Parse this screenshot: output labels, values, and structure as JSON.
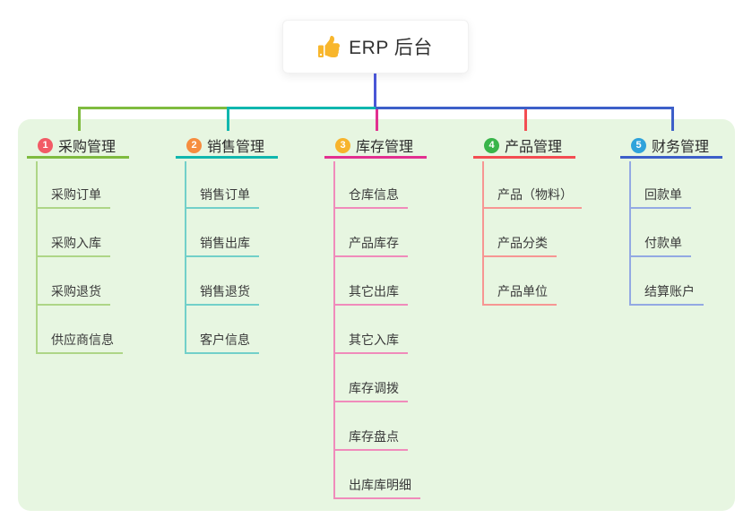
{
  "root": {
    "label": "ERP 后台",
    "icon": "thumbs-up-icon",
    "icon_color": "#f8b62c",
    "line_color": "#4a56d6"
  },
  "colors": {
    "panel_bg": "#e7f6e1"
  },
  "branches": [
    {
      "badge": "1",
      "label": "采购管理",
      "badge_color": "#f25b66",
      "line_color": "#7fbb3f",
      "child_color": "#aed687",
      "children": [
        "采购订单",
        "采购入库",
        "采购退货",
        "供应商信息"
      ]
    },
    {
      "badge": "2",
      "label": "销售管理",
      "badge_color": "#f68d3f",
      "line_color": "#10b7ae",
      "child_color": "#72d0c9",
      "children": [
        "销售订单",
        "销售出库",
        "销售退货",
        "客户信息"
      ]
    },
    {
      "badge": "3",
      "label": "库存管理",
      "badge_color": "#f7b42c",
      "line_color": "#e23090",
      "child_color": "#f08bbb",
      "children": [
        "仓库信息",
        "产品库存",
        "其它出库",
        "其它入库",
        "库存调拨",
        "库存盘点",
        "出库库明细"
      ]
    },
    {
      "badge": "4",
      "label": "产品管理",
      "badge_color": "#39b54a",
      "line_color": "#f34d52",
      "child_color": "#f79693",
      "children": [
        "产品（物料）",
        "产品分类",
        "产品单位"
      ]
    },
    {
      "badge": "5",
      "label": "财务管理",
      "badge_color": "#2fa3db",
      "line_color": "#3d5fc9",
      "child_color": "#93a9e3",
      "children": [
        "回款单",
        "付款单",
        "结算账户"
      ]
    }
  ]
}
